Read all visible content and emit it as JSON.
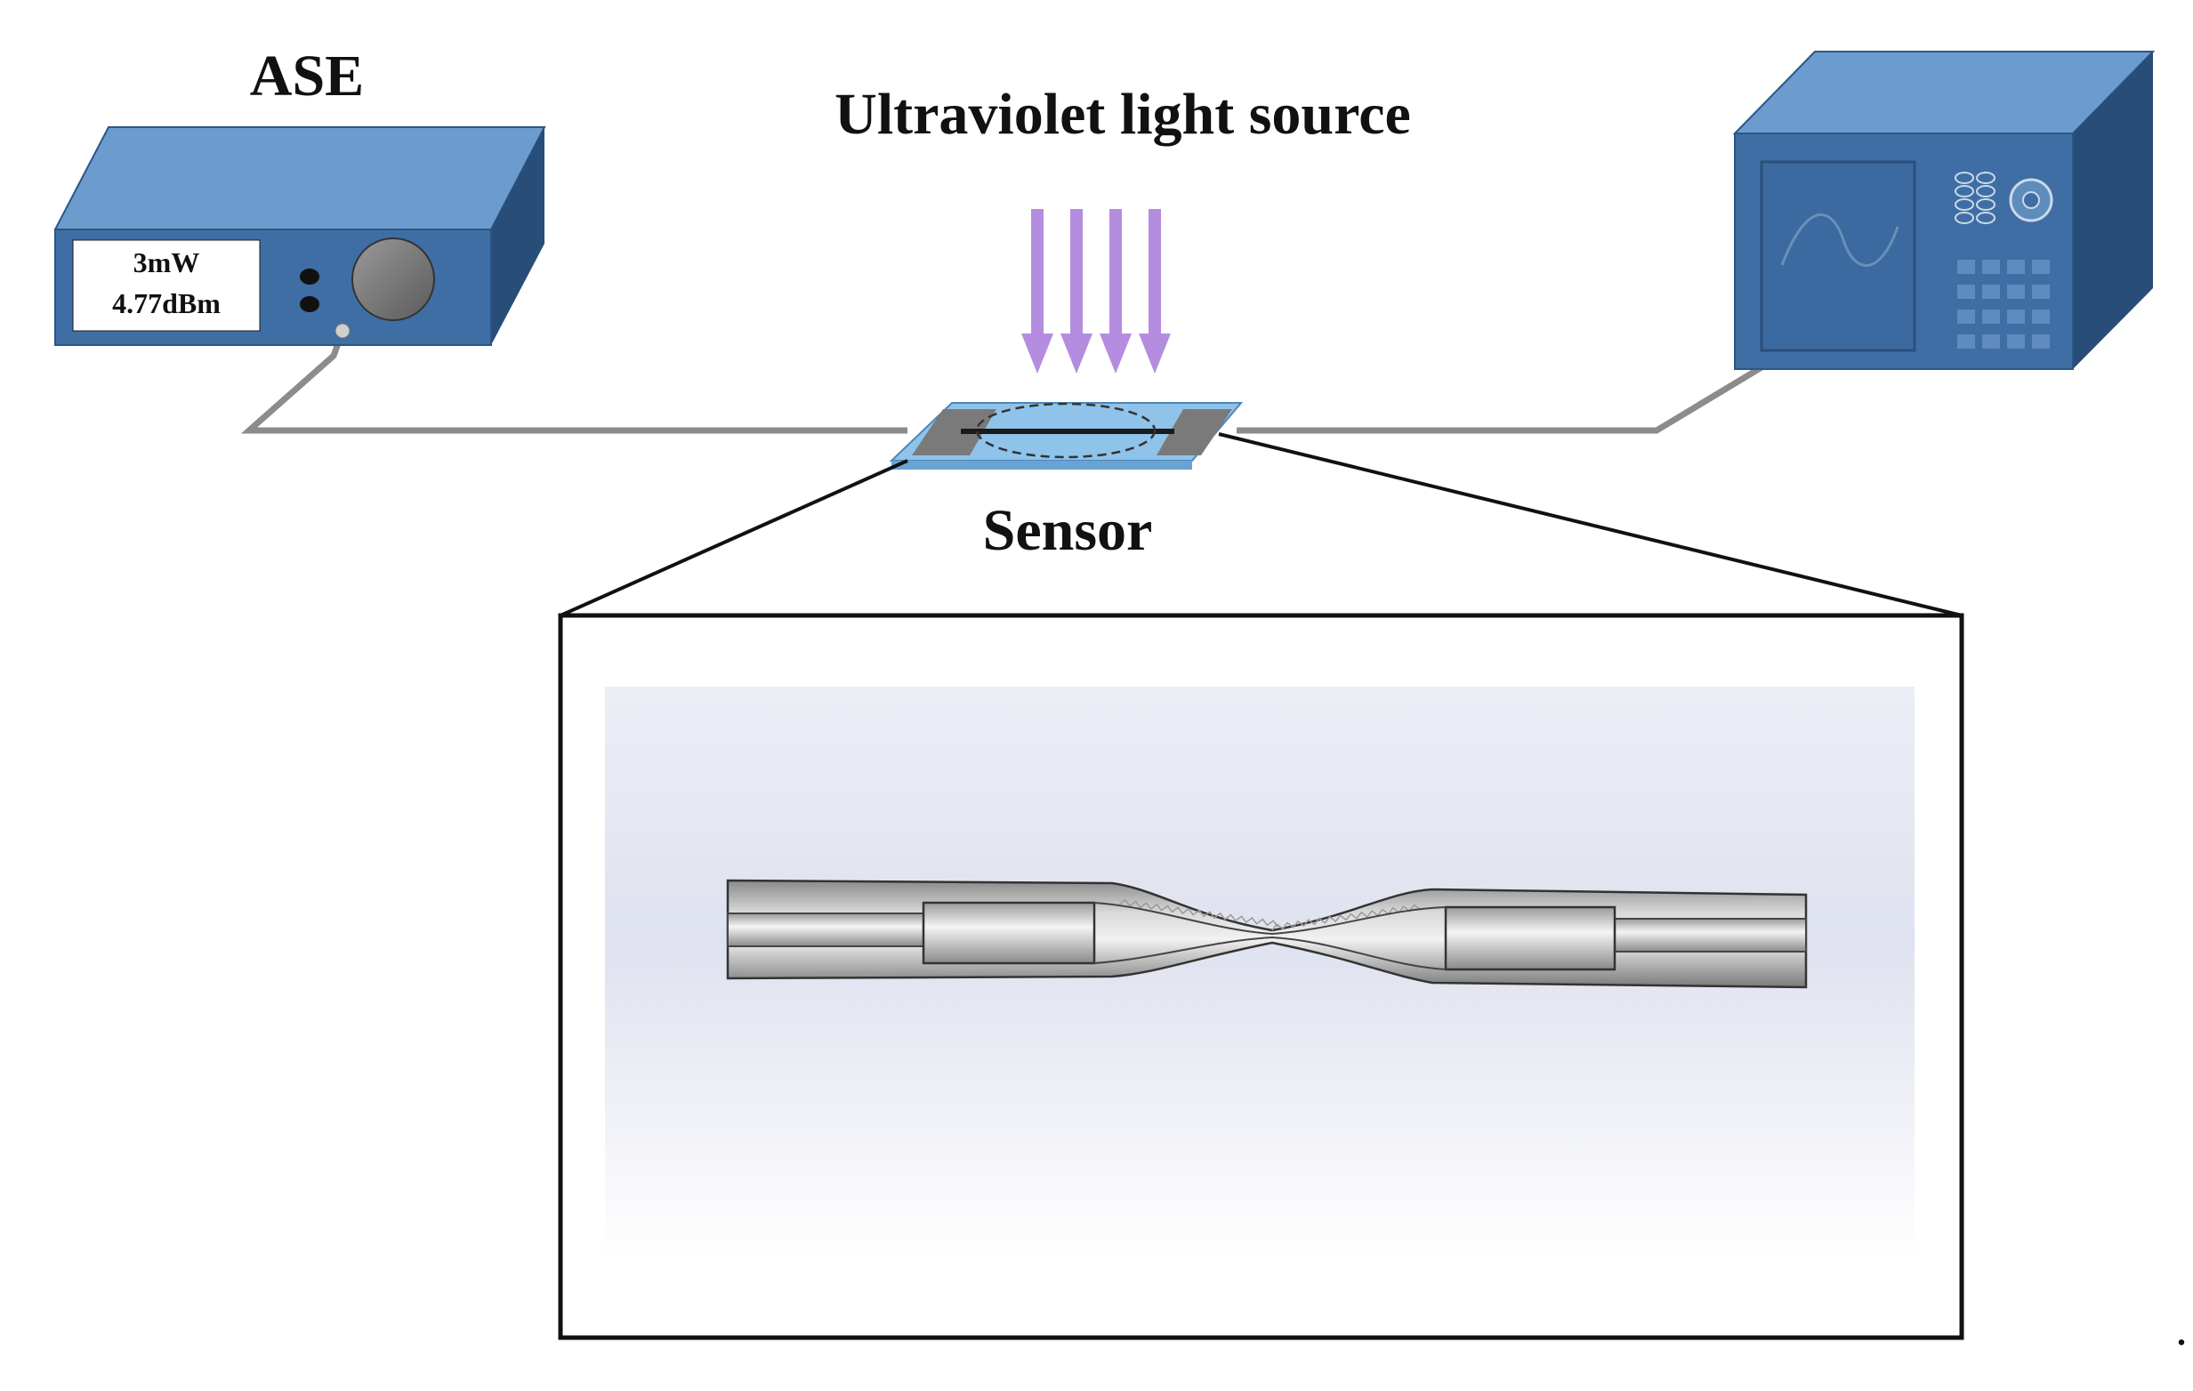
{
  "labels": {
    "ase_title": "ASE",
    "uv_title": "Ultraviolet light source",
    "sensor_title": "Sensor",
    "ase_power_mw": "3mW",
    "ase_power_dbm": "4.77dBm",
    "stray_mark": "."
  },
  "colors": {
    "device_front": "#3e6ea3",
    "device_top": "#6b9ccd",
    "device_side": "#274d78",
    "uv_arrow": "#b48ce0",
    "fiber": "#8c8c8c",
    "sensor_plate": "#8fc3ea",
    "outline": "#111111"
  },
  "icons": {
    "ase_knob": "round-knob-icon",
    "osa_waveform": "sine-wave-icon",
    "osa_keypad": "keypad-icon"
  }
}
